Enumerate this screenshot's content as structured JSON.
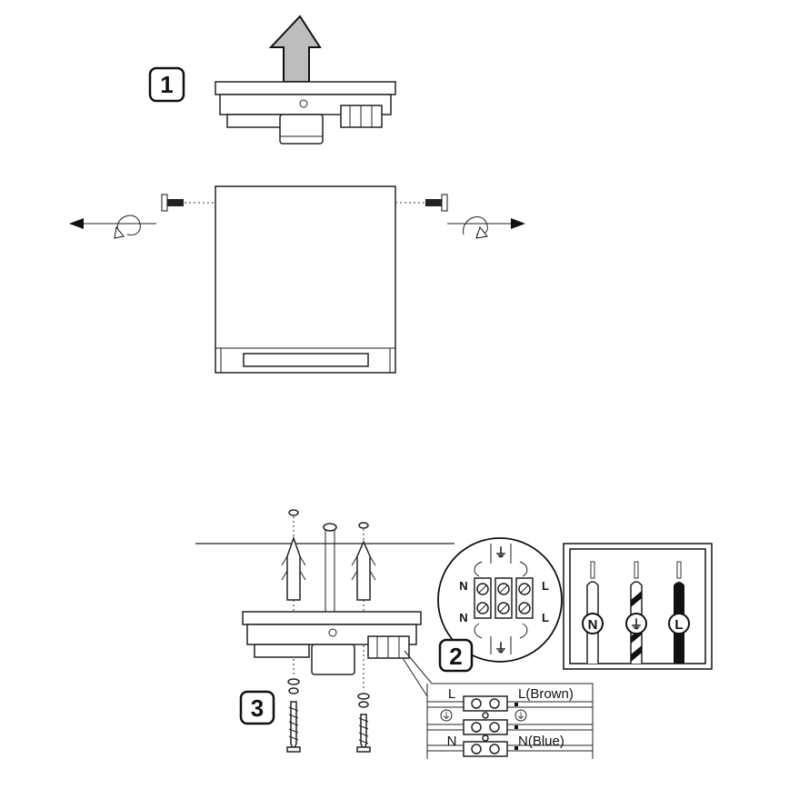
{
  "steps": {
    "step1": {
      "number": "1"
    },
    "step2": {
      "number": "2"
    },
    "step3": {
      "number": "3"
    }
  },
  "terminal_detail": {
    "left_top": "N",
    "left_bottom": "N",
    "right_top": "L",
    "right_bottom": "L"
  },
  "wire_symbols": {
    "neutral": "N",
    "earth": "⏚",
    "live": "L"
  },
  "connection_box": {
    "left_live": "L",
    "left_neutral": "N",
    "right_live": "L(Brown)",
    "right_neutral": "N(Blue)",
    "earth_symbol": "⏚"
  },
  "colors": {
    "line": "#222222",
    "arrow_fill": "#bdbdbd",
    "wire_black": "#111111"
  }
}
